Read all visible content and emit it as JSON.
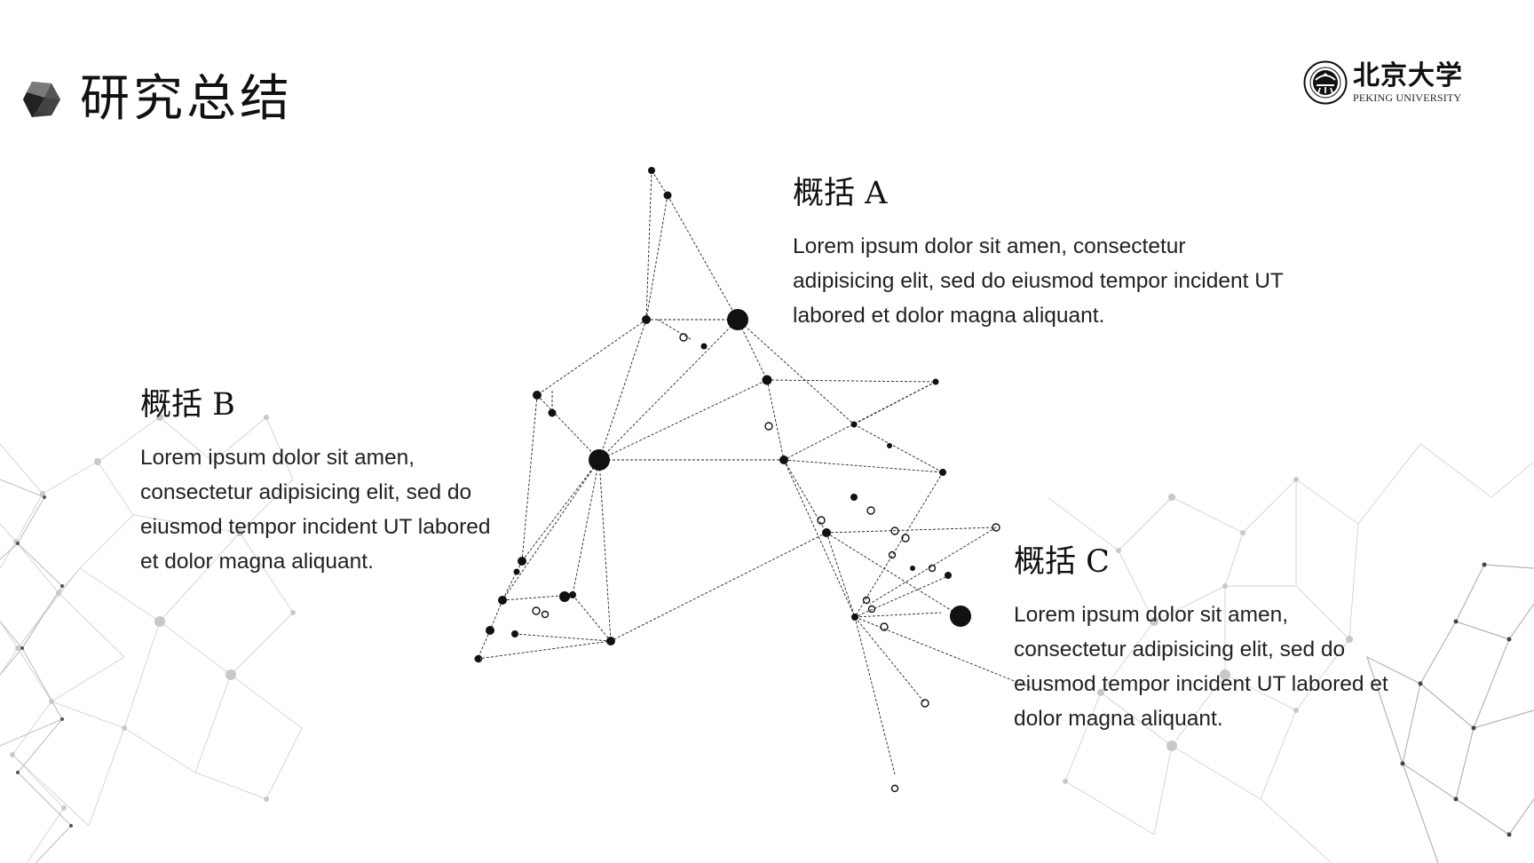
{
  "header": {
    "title": "研究总结"
  },
  "logo": {
    "chinese_name": "北京大学",
    "english_name": "PEKING UNIVERSITY",
    "emblem_icon": "peking-university-emblem"
  },
  "sections": [
    {
      "heading": "概括 A",
      "body": "Lorem ipsum dolor sit amen, consectetur adipisicing elit, sed do eiusmod tempor incident UT labored et dolor magna aliquant."
    },
    {
      "heading": "概括 B",
      "body": "Lorem ipsum dolor sit amen, consectetur adipisicing elit, sed do eiusmod tempor incident UT labored et dolor magna aliquant."
    },
    {
      "heading": "概括 C",
      "body": "Lorem ipsum dolor sit amen, consectetur adipisicing elit, sed do eiusmod tempor incident UT labored et dolor magna aliquant."
    }
  ],
  "decor": {
    "title_icon": "hexagon-gem-icon",
    "network_graphic": "network-illustration",
    "colors": {
      "ink": "#111111",
      "background": "#ffffff",
      "faint_network": "#cfcfcf"
    }
  }
}
